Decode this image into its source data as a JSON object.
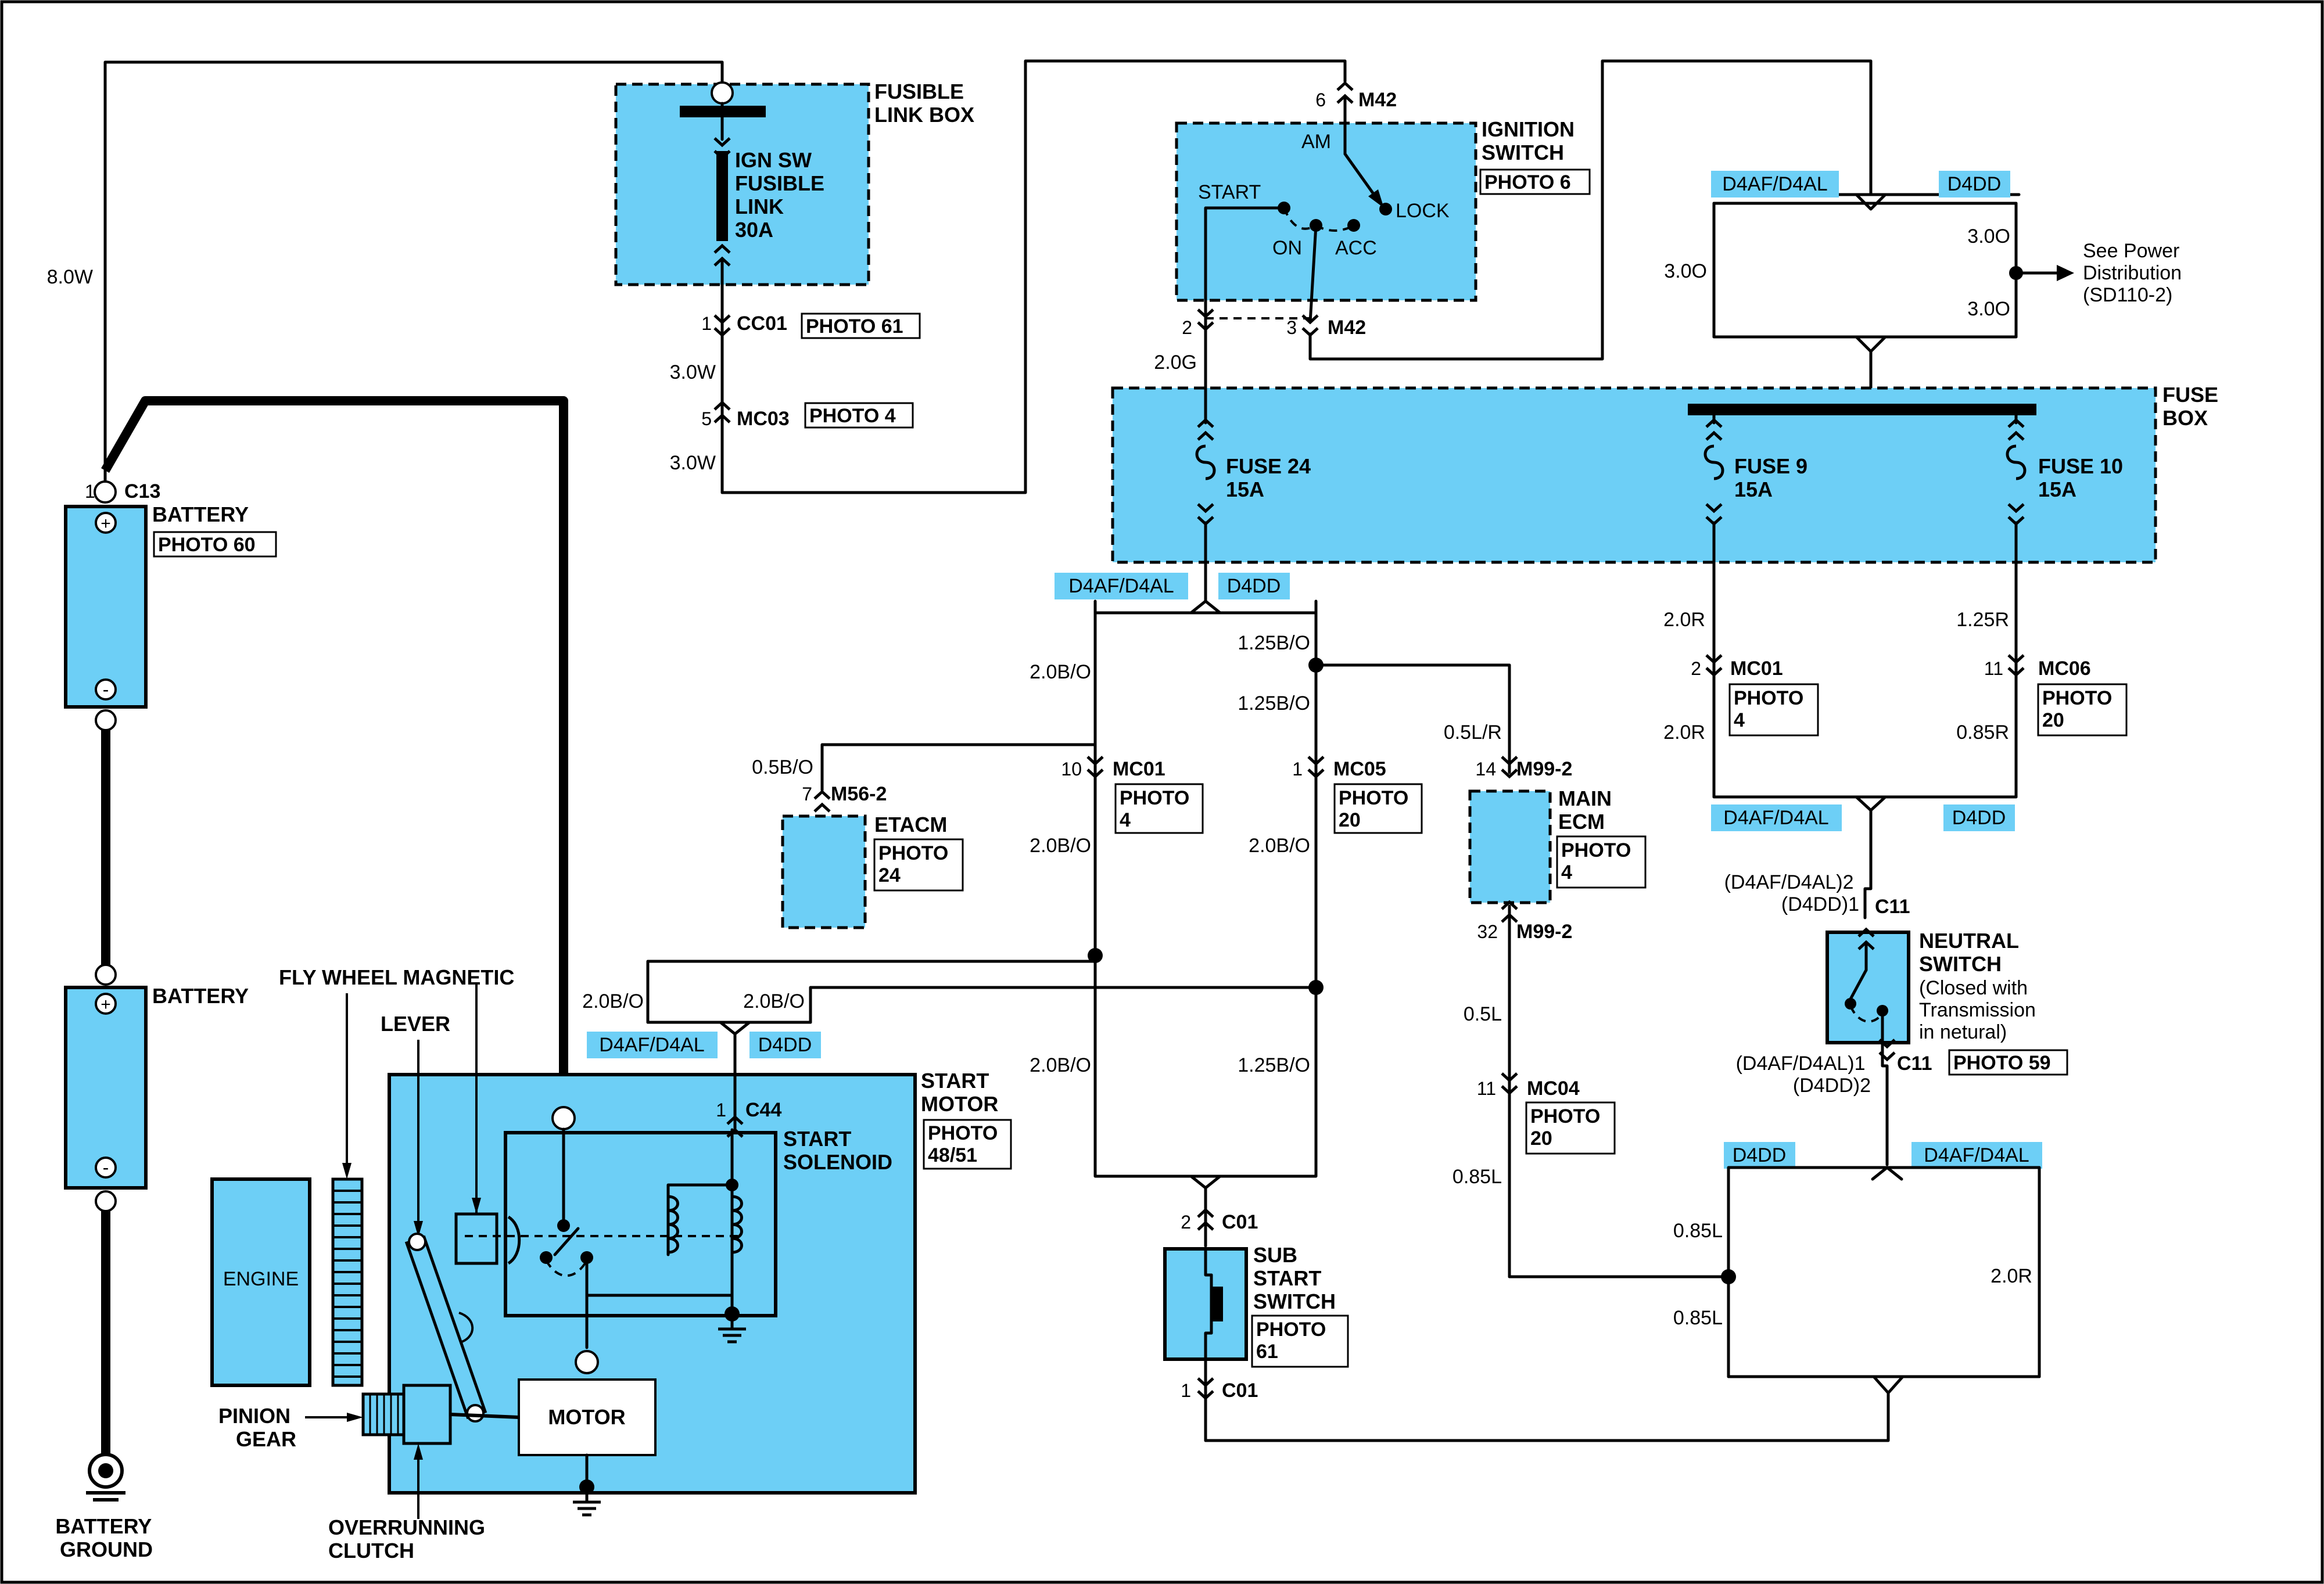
{
  "fusible_link_box": {
    "title": [
      "FUSIBLE",
      "LINK BOX"
    ],
    "link": [
      "IGN SW",
      "FUSIBLE",
      "LINK",
      "30A"
    ]
  },
  "ignition_switch": {
    "title": [
      "IGNITION",
      "SWITCH"
    ],
    "photo": "PHOTO 6",
    "connector": "M42",
    "pin_top": "6",
    "pin_start": "2",
    "pin_bottom": "3",
    "positions": {
      "am": "AM",
      "start": "START",
      "lock": "LOCK",
      "on": "ON",
      "acc": "ACC"
    }
  },
  "fuse_box": {
    "title": [
      "FUSE",
      "BOX"
    ],
    "fuses": [
      {
        "name": "FUSE 24",
        "rating": "15A"
      },
      {
        "name": "FUSE 9",
        "rating": "15A"
      },
      {
        "name": "FUSE 10",
        "rating": "15A"
      }
    ]
  },
  "battery": {
    "label": "BATTERY",
    "connector": "C13",
    "pin": "1",
    "photo": "PHOTO 60",
    "plus": "+",
    "minus": "-",
    "ground": [
      "BATTERY",
      "GROUND"
    ]
  },
  "start_motor": {
    "title": [
      "START",
      "MOTOR"
    ],
    "photo": [
      "PHOTO",
      "48/51"
    ],
    "solenoid": [
      "START",
      "SOLENOID"
    ],
    "connector": "C44",
    "pin": "1",
    "motor": "MOTOR",
    "engine": "ENGINE",
    "lever": "LEVER",
    "fly_wheel": "FLY WHEEL MAGNETIC",
    "pinion": [
      "PINION",
      "GEAR"
    ],
    "clutch": [
      "OVERRUNNING",
      "CLUTCH"
    ]
  },
  "connectors": {
    "cc01": {
      "pin": "1",
      "name": "CC01",
      "photo": "PHOTO 61"
    },
    "mc03": {
      "pin": "5",
      "name": "MC03",
      "photo": "PHOTO 4"
    },
    "mc01_left": {
      "pin": "10",
      "name": "MC01",
      "photo": [
        "PHOTO",
        "4"
      ]
    },
    "mc05": {
      "pin": "1",
      "name": "MC05",
      "photo": [
        "PHOTO",
        "20"
      ]
    },
    "m56": {
      "pin": "7",
      "name": "M56-2"
    },
    "m99_top": {
      "pin": "14",
      "name": "M99-2"
    },
    "m99_bottom": {
      "pin": "32",
      "name": "M99-2"
    },
    "mc04": {
      "pin": "11",
      "name": "MC04",
      "photo": [
        "PHOTO",
        "20"
      ]
    },
    "mc01_right": {
      "pin": "2",
      "name": "MC01",
      "photo": [
        "PHOTO",
        "4"
      ]
    },
    "mc06": {
      "pin": "11",
      "name": "MC06",
      "photo": [
        "PHOTO",
        "20"
      ]
    },
    "c01_top": {
      "pin": "2",
      "name": "C01"
    },
    "c01_bottom": {
      "pin": "1",
      "name": "C01"
    },
    "c11_top": {
      "name": "C11",
      "pins": [
        "(D4AF/D4AL)2",
        "(D4DD)1"
      ]
    },
    "c11_bottom": {
      "name": "C11",
      "pins": [
        "(D4AF/D4AL)1",
        "(D4DD)2"
      ]
    }
  },
  "modules": {
    "etacm": {
      "name": "ETACM",
      "photo": [
        "PHOTO",
        "24"
      ]
    },
    "main_ecm": {
      "name": [
        "MAIN",
        "ECM"
      ],
      "photo": [
        "PHOTO",
        "4"
      ]
    },
    "sub_start": {
      "name": [
        "SUB",
        "START",
        "SWITCH"
      ],
      "photo": [
        "PHOTO",
        "61"
      ]
    },
    "neutral": {
      "name": [
        "NEUTRAL",
        "SWITCH"
      ],
      "desc": [
        "(Closed with",
        "Transmission",
        "in netural)"
      ],
      "photo": "PHOTO 59"
    }
  },
  "variant_tags": {
    "a": "D4AF/D4AL",
    "b": "D4DD"
  },
  "wires": {
    "w8_0w": "8.0W",
    "w3_0w": "3.0W",
    "w2_0g": "2.0G",
    "w3_0o": "3.0O",
    "w2_0bo": "2.0B/O",
    "w1_25bo": "1.25B/O",
    "w0_5bo": "0.5B/O",
    "w0_5lr": "0.5L/R",
    "w0_5l": "0.5L",
    "w0_85l": "0.85L",
    "w2_0r": "2.0R",
    "w1_25r": "1.25R",
    "w0_85r": "0.85R"
  },
  "power_ref": [
    "See Power",
    "Distribution",
    "(SD110-2)"
  ]
}
